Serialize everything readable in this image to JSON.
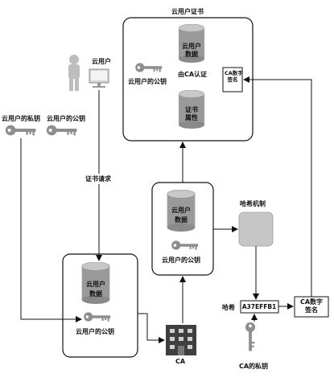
{
  "cert_title": "云用户证书",
  "cert": {
    "db_label": [
      "云用户",
      "数据"
    ],
    "verified_by": "由CA认证",
    "attr_label": [
      "证书",
      "属性"
    ],
    "pubkey_label": "云用户的公钥",
    "signature_label": [
      "CA数字",
      "签名"
    ]
  },
  "cloud_user": {
    "label": "云用户",
    "private_key_label": "云用户的私钥",
    "public_key_label": "云用户的公钥"
  },
  "cert_request_label": "证书请求",
  "request_box": {
    "db_label": [
      "云用户",
      "数据"
    ],
    "pubkey_label": "云用户的公钥"
  },
  "middle_box": {
    "db_label": [
      "云用户",
      "数据"
    ],
    "pubkey_label": "云用户的公钥"
  },
  "hash_mechanism_label": "哈希机制",
  "hash_label": "哈希",
  "hash_value": "A37EFFB1",
  "signature_box_label": [
    "CA数字",
    "签名"
  ],
  "ca_label": "CA",
  "ca_private_key_label": "CA的私钥",
  "colors": {
    "line": "#111111",
    "cylinder": "#9a9a9a",
    "cylinder_top": "#c8c8c8",
    "key": "#8e8e8e",
    "hash_block": "#c6c6c6",
    "building": "#3f3f3f"
  }
}
